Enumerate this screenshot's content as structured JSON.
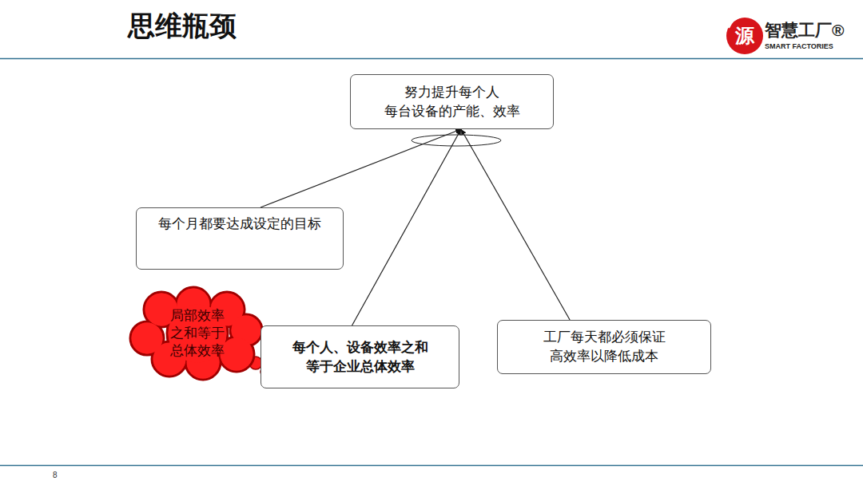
{
  "diagram": {
    "title": "思维瓶颈",
    "nodes": [
      {
        "text": [
          "努力提升每个人 每台设备的产能、效率"
        ]
      },
      {
        "text": [
          "每个月都要达成设定的目标"
        ]
      },
      {
        "text": [
          "局部效率 之和等于 总体效率"
        ]
      },
      {
        "text": [
          "每个人、设备效率之和 等于企业总体效率"
        ]
      },
      {
        "text": [
          "工厂每天都必须保证 高效率以降低成本"
        ]
      }
    ],
    "edges": [
      {
        "from": 1,
        "to": 0,
        "arrow": "to"
      },
      {
        "from": 3,
        "to": 0,
        "arrow": "to"
      },
      {
        "from": 4,
        "to": 0,
        "arrow": "to"
      }
    ],
    "labels": [
      "源",
      "智慧工厂®",
      "SMART FACTORIES",
      "8"
    ]
  }
}
